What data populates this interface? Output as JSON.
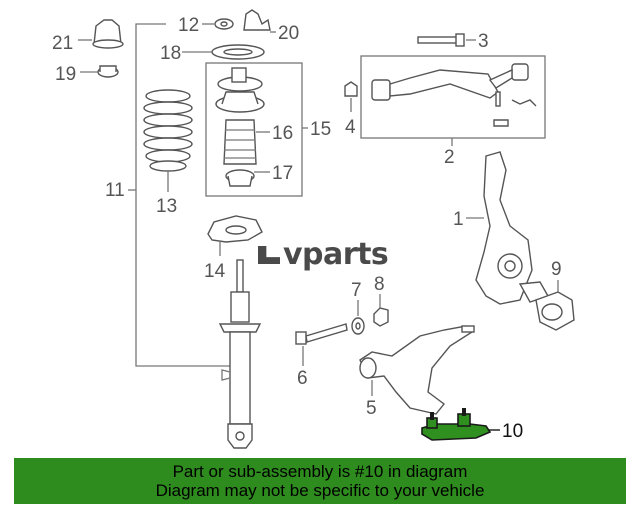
{
  "watermark": {
    "text": "vparts"
  },
  "callouts": {
    "c1": "1",
    "c2": "2",
    "c3": "3",
    "c4": "4",
    "c5": "5",
    "c6": "6",
    "c7": "7",
    "c8": "8",
    "c9": "9",
    "c10": "10",
    "c11": "11",
    "c12": "12",
    "c13": "13",
    "c14": "14",
    "c15": "15",
    "c16": "16",
    "c17": "17",
    "c18": "18",
    "c19": "19",
    "c20": "20",
    "c21": "21"
  },
  "highlight": {
    "part": "10",
    "color": "#2e8b1e"
  },
  "banner": {
    "line1": "Part or sub-assembly is #10 in diagram",
    "line2": "Diagram may not be specific to your vehicle",
    "background": "#2e8b1e"
  }
}
